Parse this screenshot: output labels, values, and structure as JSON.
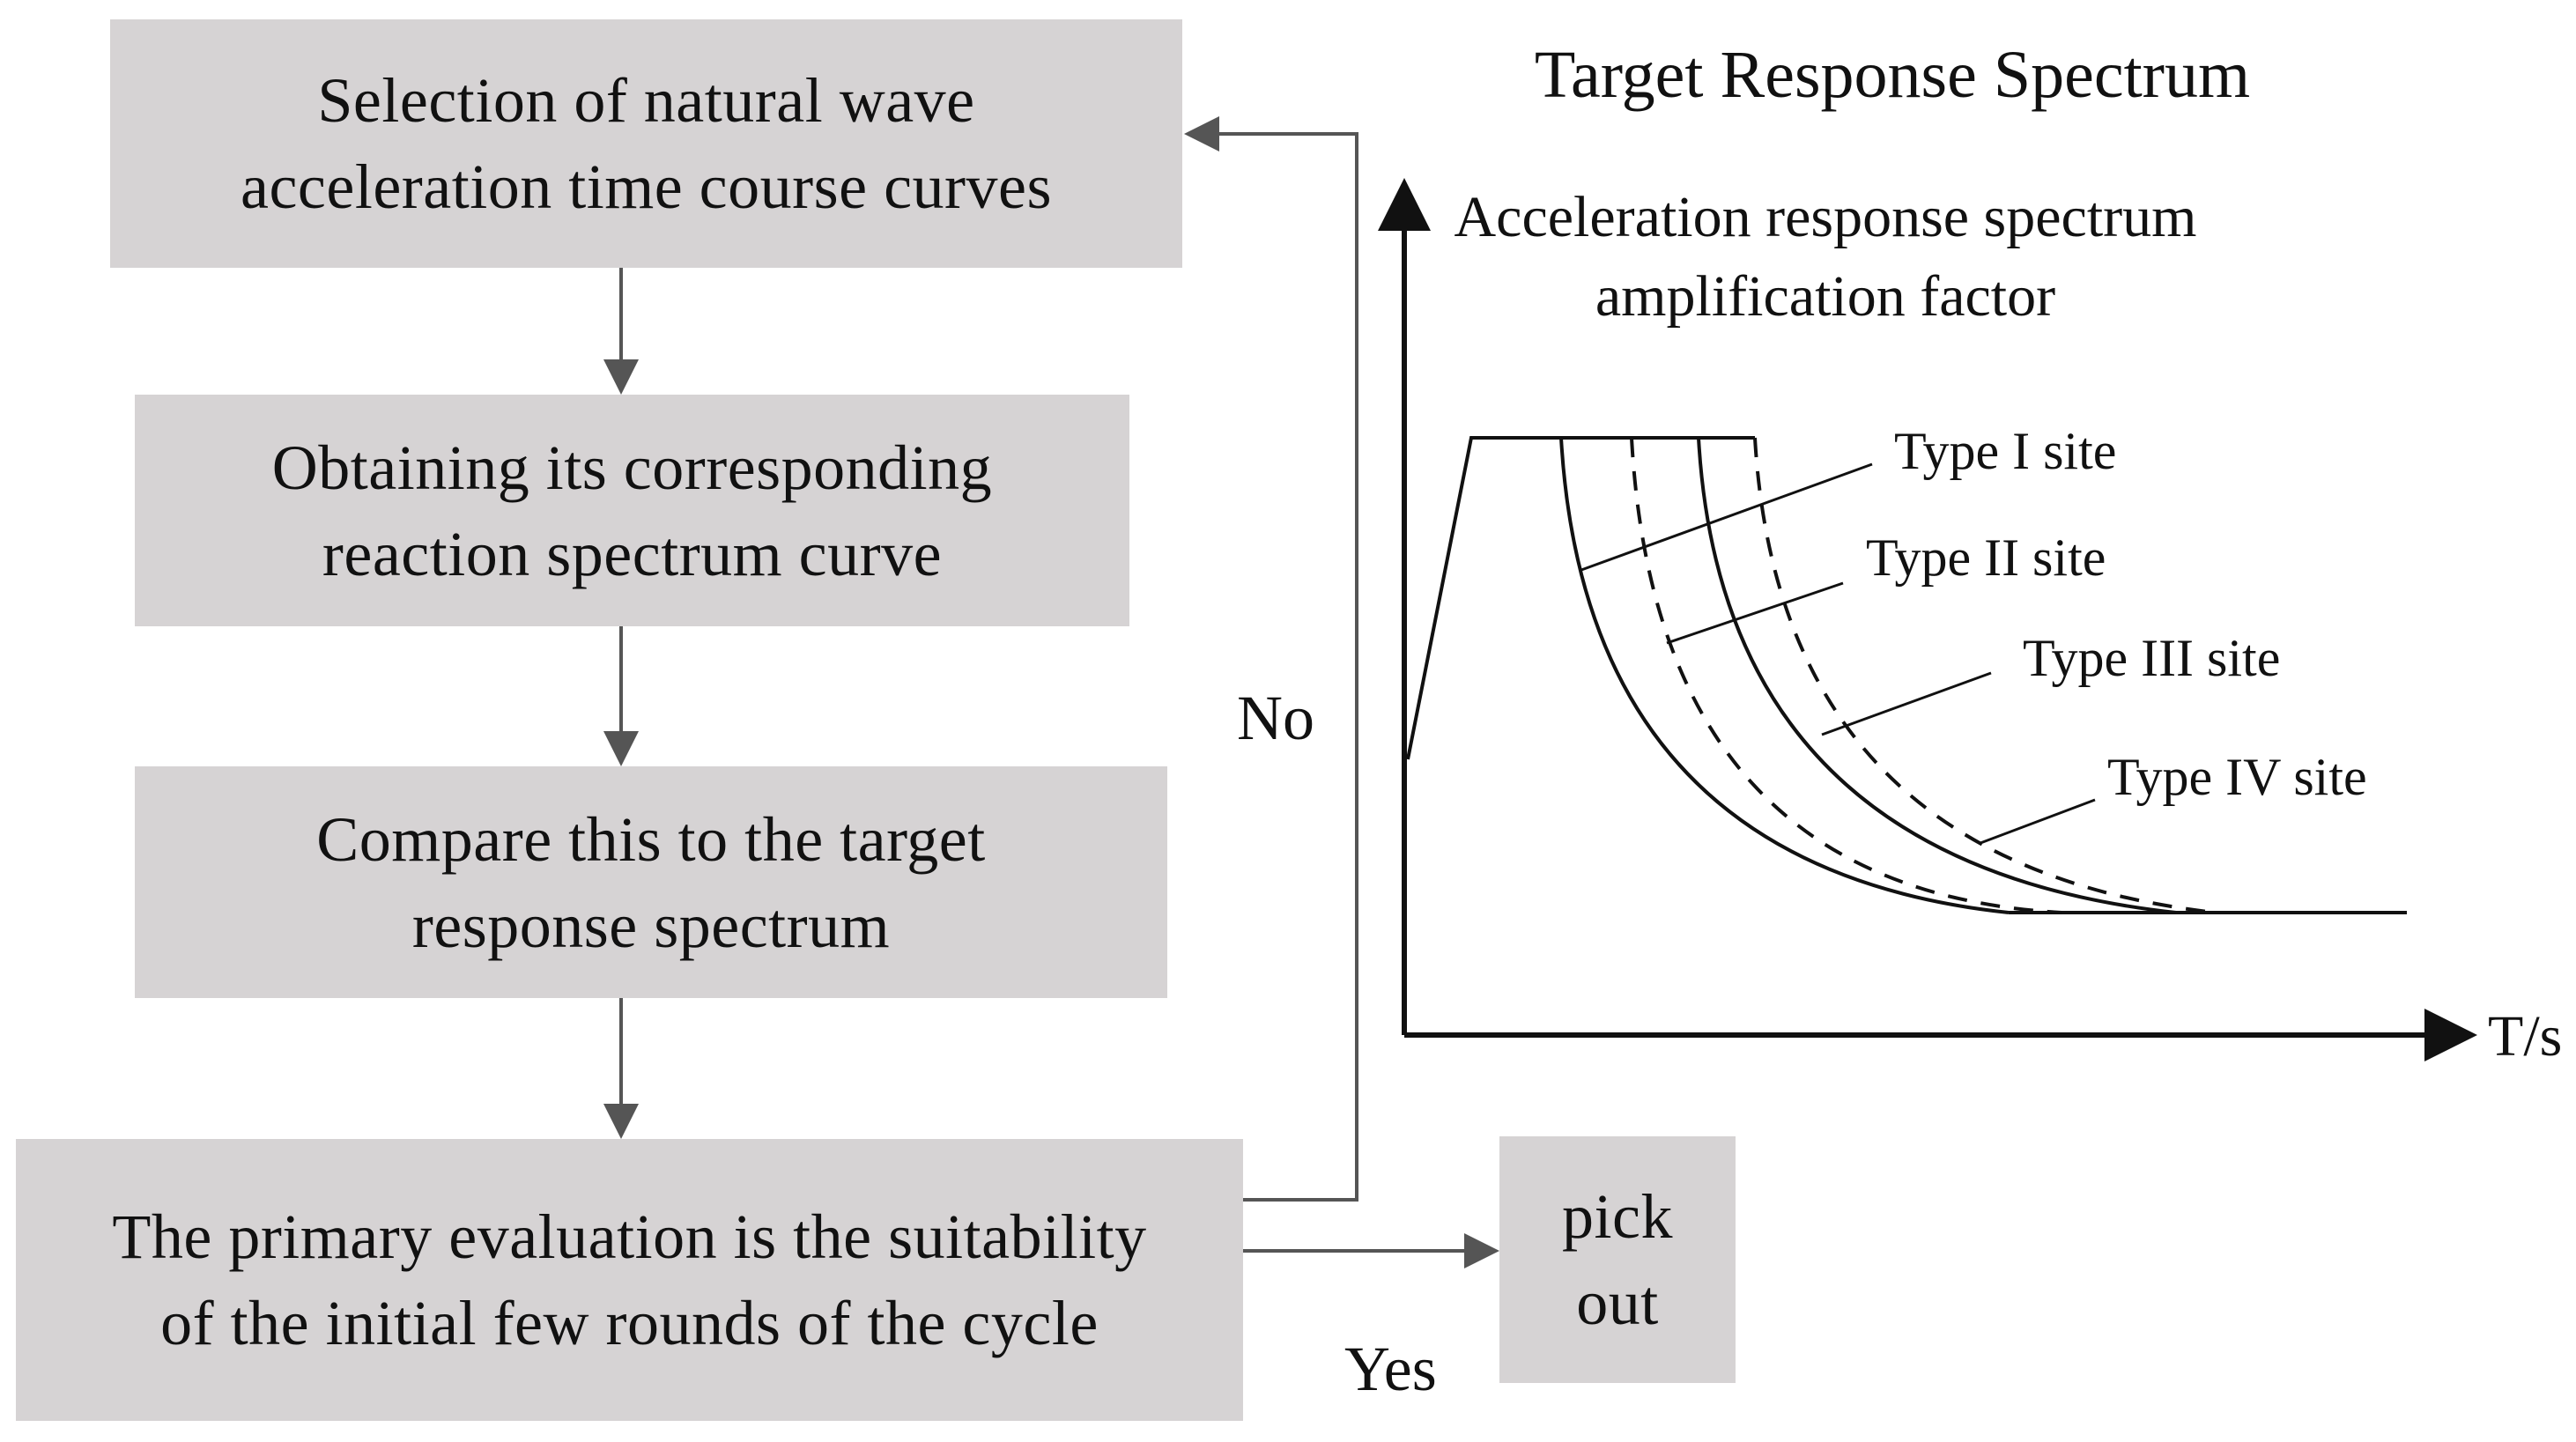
{
  "flowchart": {
    "steps": [
      {
        "id": "select",
        "text": "Selection of natural wave\nacceleration time course curves"
      },
      {
        "id": "obtain",
        "text": "Obtaining its corresponding\nreaction spectrum curve"
      },
      {
        "id": "compare",
        "text": "Compare this to the target\nresponse spectrum"
      },
      {
        "id": "evaluate",
        "text": "The primary evaluation is the suitability\nof the initial few rounds of the cycle"
      }
    ],
    "result": {
      "text": "pick\nout"
    },
    "branch_no_label": "No",
    "branch_yes_label": "Yes"
  },
  "spectrum": {
    "title": "Target Response Spectrum",
    "y_axis_label_line1": "Acceleration response spectrum",
    "y_axis_label_line2": "amplification factor",
    "x_axis_label": "T/s",
    "sites": [
      "Type I site",
      "Type II site",
      "Type III site",
      "Type IV site"
    ]
  },
  "colors": {
    "box_fill": "#d6d3d4",
    "connector": "#555555",
    "curve": "#111111"
  }
}
